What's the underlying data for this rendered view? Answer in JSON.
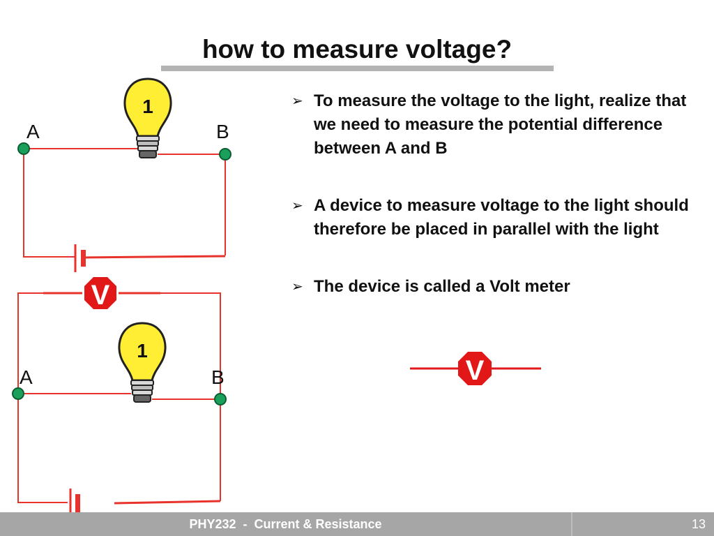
{
  "slide": {
    "title": "how to measure voltage?",
    "bullets": [
      {
        "text": "To measure the voltage to the light, realize that we need to measure the potential difference between A and B"
      },
      {
        "text": "A device to measure voltage to the light should therefore be placed in parallel with the light"
      },
      {
        "text": "The device is called a Volt meter"
      }
    ],
    "bullet_marker": "➢",
    "diagram_top": {
      "bulb_number": "1",
      "node_a": "A",
      "node_b": "B"
    },
    "diagram_bottom": {
      "bulb_number": "1",
      "node_a": "A",
      "node_b": "B",
      "meter_symbol": "V"
    },
    "meter_symbol": "V"
  },
  "footer": {
    "course": "PHY232  -  Current & Resistance",
    "page": "13"
  },
  "colors": {
    "wire": "#e8322c",
    "node": "#1aa05a",
    "bulb": "#ffee33",
    "meter": "#e21818",
    "footer_bg": "#a6a6a6"
  }
}
